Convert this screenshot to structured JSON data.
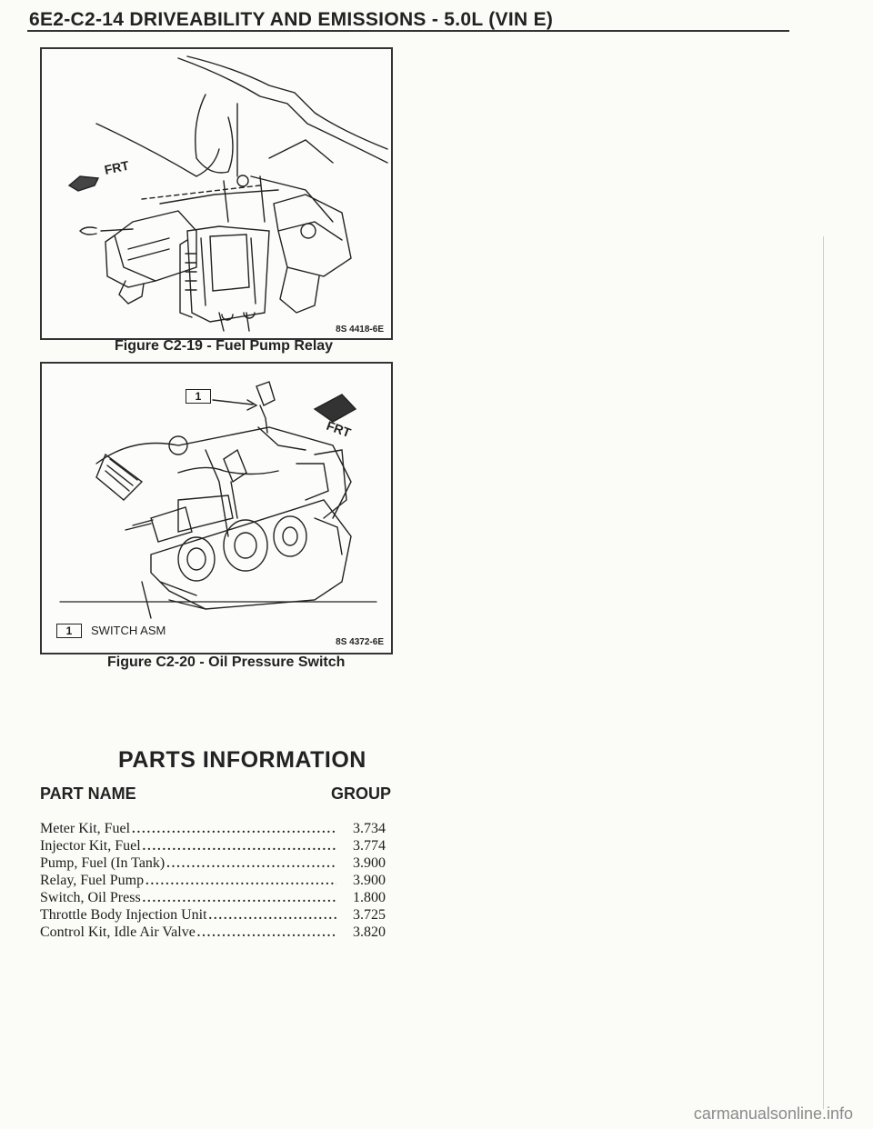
{
  "header": {
    "title": "6E2-C2-14 DRIVEABILITY AND EMISSIONS - 5.0L (VIN E)"
  },
  "figure1": {
    "code": "8S 4418-6E",
    "caption": "Figure C2-19 - Fuel Pump Relay",
    "frt_label": "FRT"
  },
  "figure2": {
    "code": "8S 4372-6E",
    "caption": "Figure C2-20 - Oil Pressure Switch",
    "callout_number": "1",
    "frt_label": "FRT",
    "legend": {
      "number": "1",
      "text": "SWITCH ASM"
    }
  },
  "parts": {
    "title": "PARTS INFORMATION",
    "col_name": "PART NAME",
    "col_group": "GROUP",
    "dot_leader": "......................................................",
    "rows": [
      {
        "name": "Meter Kit, Fuel",
        "group": "3.734"
      },
      {
        "name": "Injector Kit, Fuel",
        "group": "3.774"
      },
      {
        "name": "Pump, Fuel (In Tank)",
        "group": "3.900"
      },
      {
        "name": "Relay, Fuel Pump",
        "group": "3.900"
      },
      {
        "name": "Switch, Oil Press",
        "group": "1.800"
      },
      {
        "name": "Throttle Body Injection Unit",
        "group": "3.725"
      },
      {
        "name": "Control Kit, Idle Air Valve",
        "group": "3.820"
      }
    ]
  },
  "footer": {
    "watermark": "carmanualsonline.info"
  }
}
